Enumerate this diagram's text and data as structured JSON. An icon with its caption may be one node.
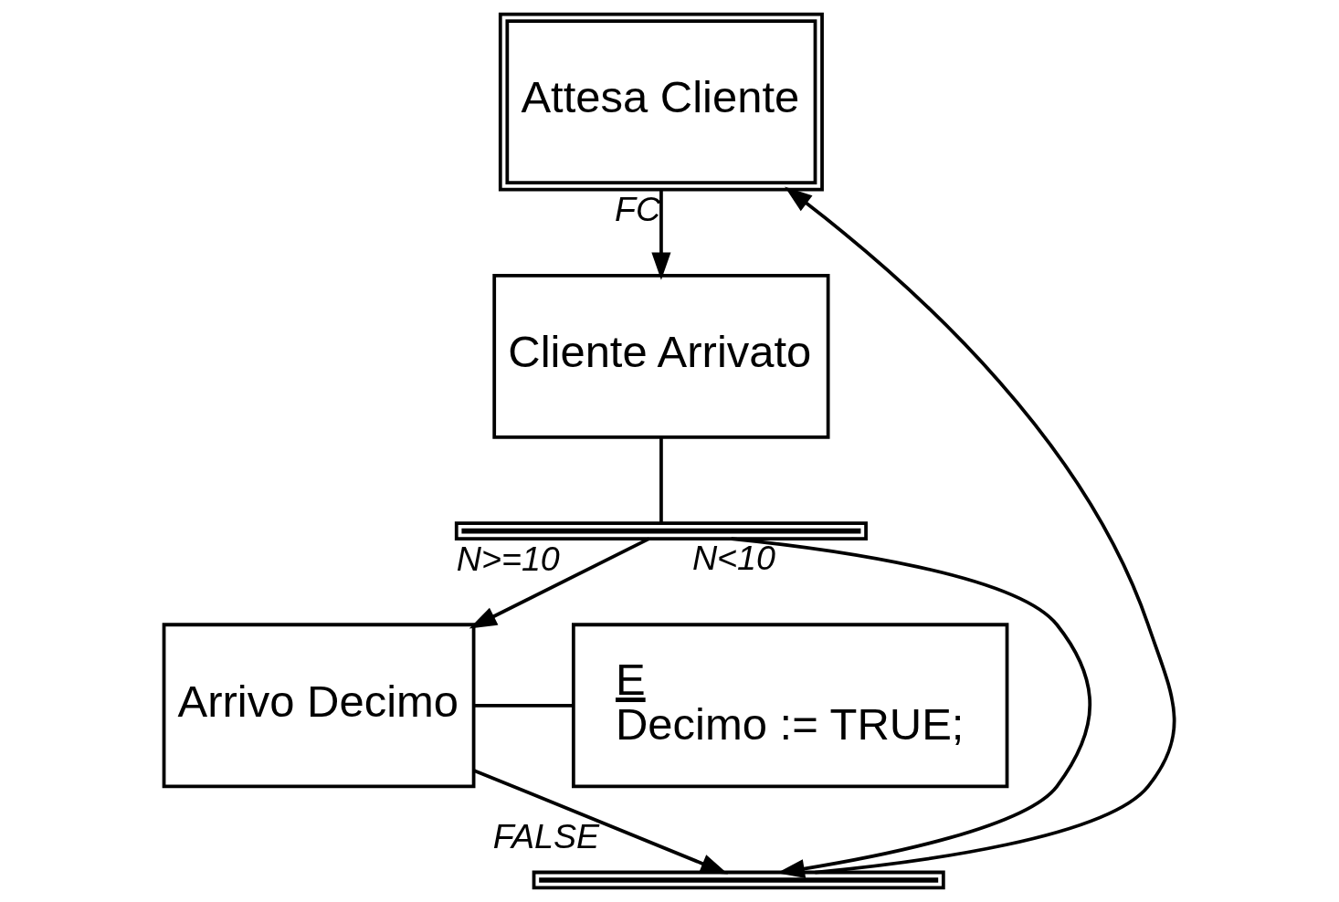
{
  "diagram": {
    "nodes": [
      {
        "text": [
          "Attesa Cliente"
        ]
      },
      {
        "text": [
          "Cliente Arrivato"
        ]
      },
      {
        "text": [],
        "shape": "bar"
      },
      {
        "text": [
          "Arrivo Decimo"
        ]
      },
      {
        "text": [],
        "shape": "bar"
      },
      {
        "text": [
          "E",
          "Decimo := TRUE;"
        ]
      }
    ],
    "edges": [
      {
        "from": 0,
        "to": 1,
        "arrow": "to",
        "label": "FC"
      },
      {
        "from": 1,
        "to": 2,
        "arrow": "none"
      },
      {
        "from": 2,
        "to": 4,
        "arrow": "to",
        "label": "N<10"
      },
      {
        "from": 2,
        "to": 3,
        "arrow": "to",
        "label": "N>=10"
      },
      {
        "from": 3,
        "to": 4,
        "arrow": "to",
        "label": "FALSE"
      },
      {
        "from": 4,
        "to": 0,
        "arrow": "to"
      },
      {
        "from": 3,
        "to": 5,
        "arrow": "none"
      }
    ]
  }
}
